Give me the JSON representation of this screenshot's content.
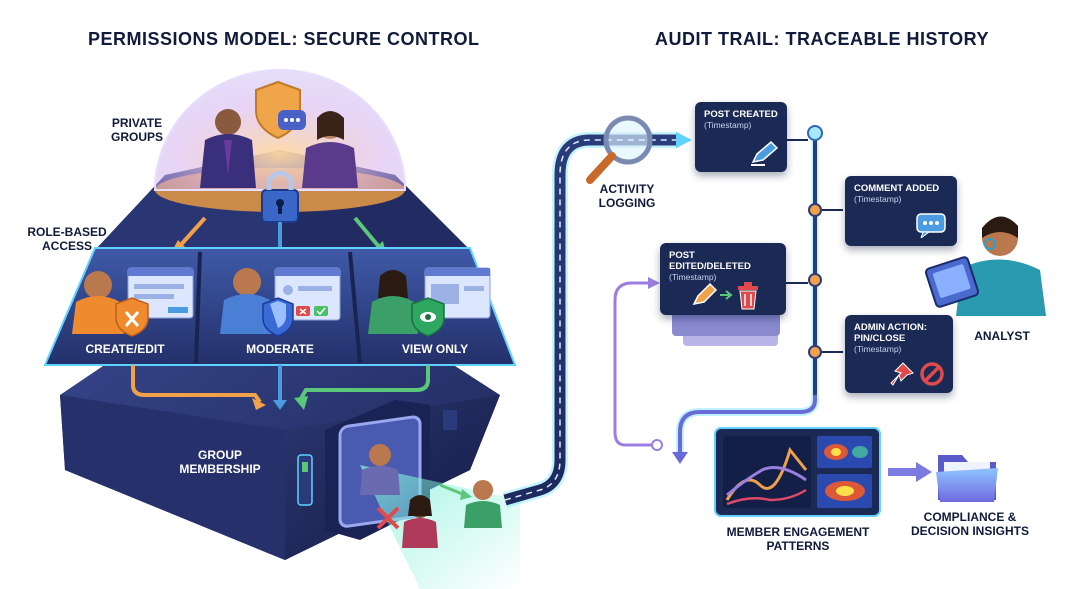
{
  "headings": {
    "permissions": "PERMISSIONS MODEL: SECURE CONTROL",
    "audit": "AUDIT TRAIL: TRACEABLE HISTORY"
  },
  "labels": {
    "private_groups": "PRIVATE\nGROUPS",
    "role_based_access": "ROLE-BASED\nACCESS",
    "create_edit": "CREATE/EDIT",
    "moderate": "MODERATE",
    "view_only": "VIEW ONLY",
    "group_membership": "GROUP\nMEMBERSHIP",
    "activity_logging": "ACTIVITY\nLOGGING",
    "analyst": "ANALYST",
    "member_engagement": "MEMBER ENGAGEMENT\nPATTERNS",
    "compliance": "COMPLIANCE &\nDECISION INSIGHTS"
  },
  "audit_cards": [
    {
      "title": "POST CREATED",
      "sub": "(Timestamp)"
    },
    {
      "title": "COMMENT ADDED",
      "sub": "(Timestamp)"
    },
    {
      "title": "POST EDITED/DELETED",
      "sub": "(Timestamp)"
    },
    {
      "title": "ADMIN ACTION:\nPIN/CLOSE",
      "sub": "(Timestamp)"
    }
  ],
  "colors": {
    "navy": "#1b2a55",
    "pyramid": "#2c3a78",
    "orange": "#f0a14a",
    "blue": "#4a9be0",
    "green": "#5cc77a",
    "purple": "#9b7fe0",
    "cyan": "#5fd2ff"
  }
}
